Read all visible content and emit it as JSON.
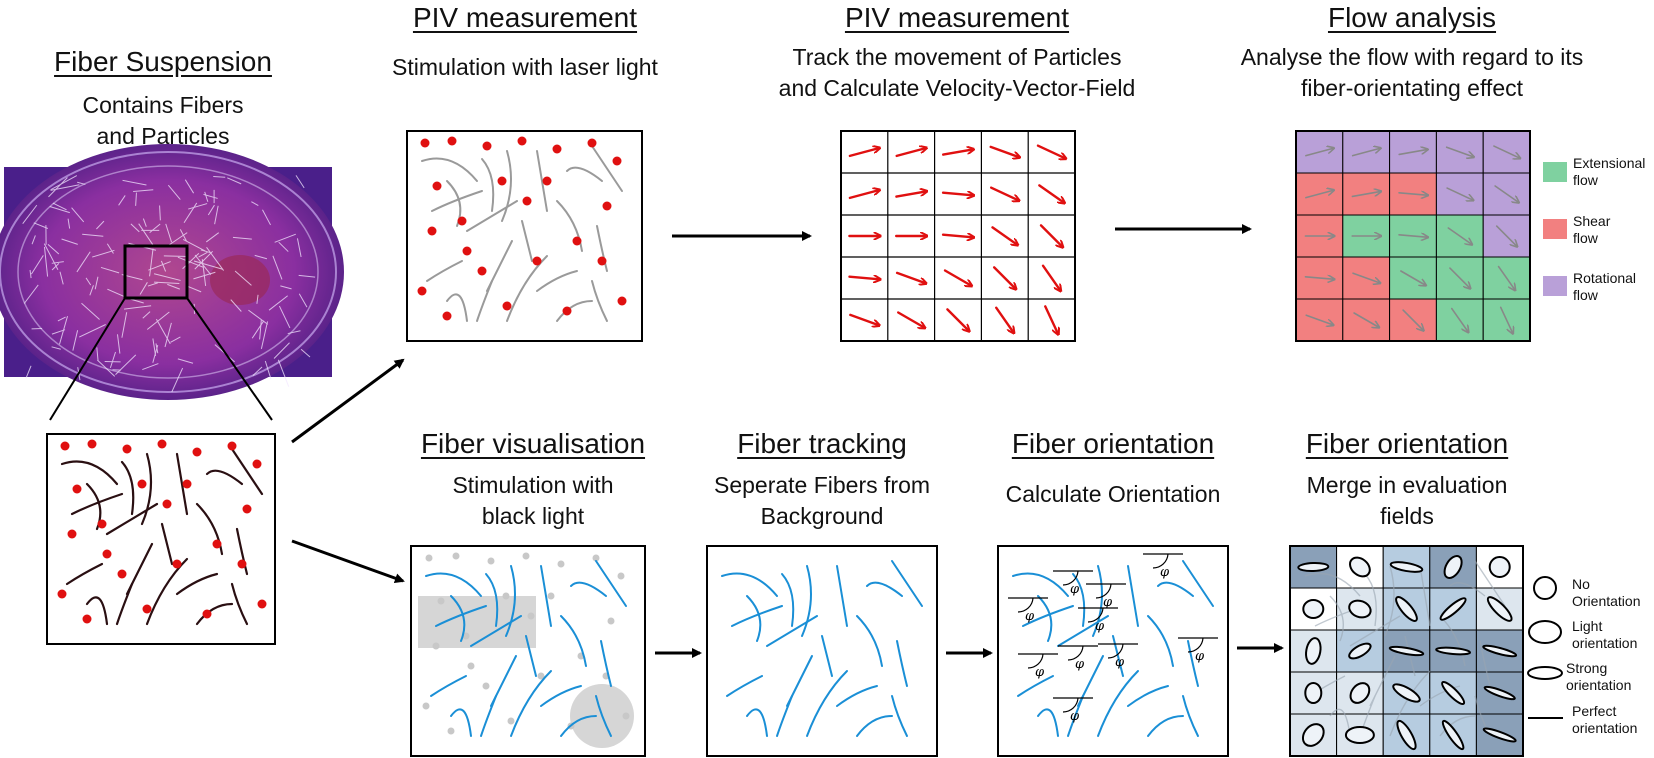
{
  "fiber_suspension": {
    "title": "Fiber Suspension",
    "subtitle_line1": "Contains Fibers",
    "subtitle_line2": "and Particles"
  },
  "piv_stim": {
    "title": "PIV measurement",
    "subtitle": "Stimulation with laser light"
  },
  "piv_track": {
    "title": "PIV measurement",
    "subtitle_line1": "Track the movement of Particles",
    "subtitle_line2": "and Calculate Velocity-Vector-Field"
  },
  "flow_analysis": {
    "title": "Flow analysis",
    "subtitle_line1": "Analyse the flow with regard to its",
    "subtitle_line2": "fiber-orientating effect"
  },
  "flow_legend": [
    {
      "line1": "Extensional",
      "line2": "flow",
      "color": "#7fd1a0"
    },
    {
      "line1": "Shear",
      "line2": "flow",
      "color": "#f28080"
    },
    {
      "line1": "Rotational",
      "line2": "flow",
      "color": "#b9a0d8"
    }
  ],
  "fiber_vis": {
    "title": "Fiber visualisation",
    "subtitle_line1": "Stimulation with",
    "subtitle_line2": "black light"
  },
  "fiber_tracking": {
    "title": "Fiber tracking",
    "subtitle_line1": "Seperate Fibers from",
    "subtitle_line2": "Background"
  },
  "fiber_orient_calc": {
    "title": "Fiber orientation",
    "subtitle": "Calculate Orientation",
    "angle_symbol": "φ"
  },
  "fiber_orient_merge": {
    "title": "Fiber orientation",
    "subtitle_line1": "Merge in evaluation",
    "subtitle_line2": "fields"
  },
  "orient_legend": [
    {
      "line1": "No",
      "line2": "Orientation",
      "icon": "circle-icon"
    },
    {
      "line1": "Light",
      "line2": "orientation",
      "icon": "ellipse-icon"
    },
    {
      "line1": "Strong",
      "line2": "orientation",
      "icon": "flat-ellipse-icon"
    },
    {
      "line1": "Perfect",
      "line2": "orientation",
      "icon": "line-icon"
    }
  ],
  "colors": {
    "particle": "#e01010",
    "fiber_dark": "#2a0f12",
    "fiber_blue": "#1a8fd6",
    "fiber_gray": "#9a9a9a",
    "arrow": "#e01010",
    "extensional": "#7fd1a0",
    "shear": "#f28080",
    "rotational": "#b9a0d8"
  },
  "flow_grid": [
    [
      "R",
      "R",
      "R",
      "R",
      "R"
    ],
    [
      "S",
      "S",
      "S",
      "R",
      "R"
    ],
    [
      "S",
      "E",
      "E",
      "E",
      "R"
    ],
    [
      "S",
      "S",
      "E",
      "E",
      "E"
    ],
    [
      "S",
      "S",
      "S",
      "E",
      "E"
    ]
  ]
}
